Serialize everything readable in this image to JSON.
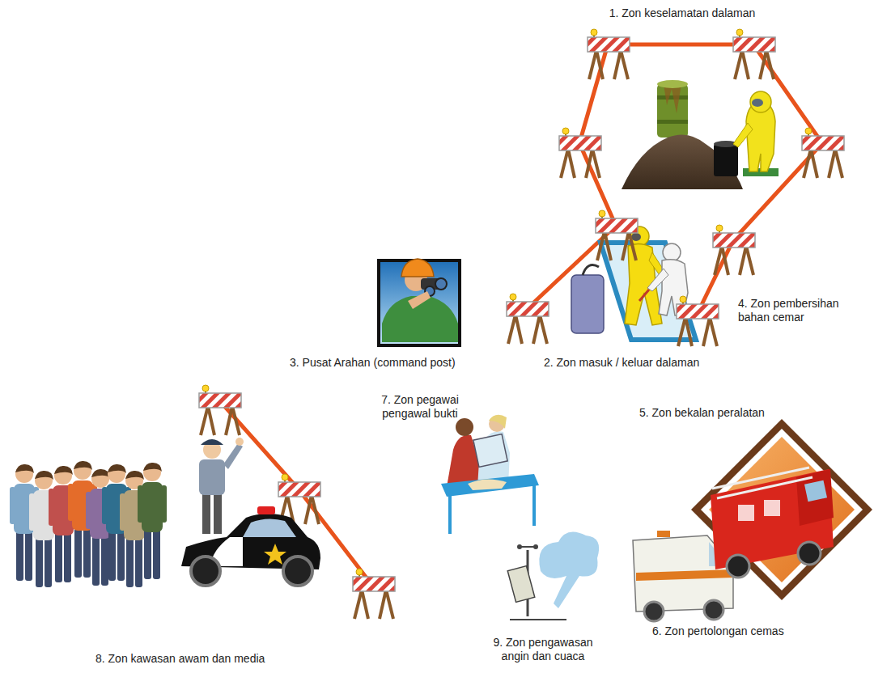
{
  "diagram": {
    "labels": [
      "1. Zon keselamatan dalaman",
      "2. Zon masuk / keluar dalaman",
      "3. Pusat Arahan (command post)",
      "4. Zon pembersihan bahan cemar",
      "5. Zon bekalan peralatan",
      "6. Zon pertolongan cemas",
      "7. Zon pegawai pengawal bukti",
      "8. Zon kawasan awam dan media",
      "9. Zon pengawasan angin dan cuaca"
    ]
  }
}
